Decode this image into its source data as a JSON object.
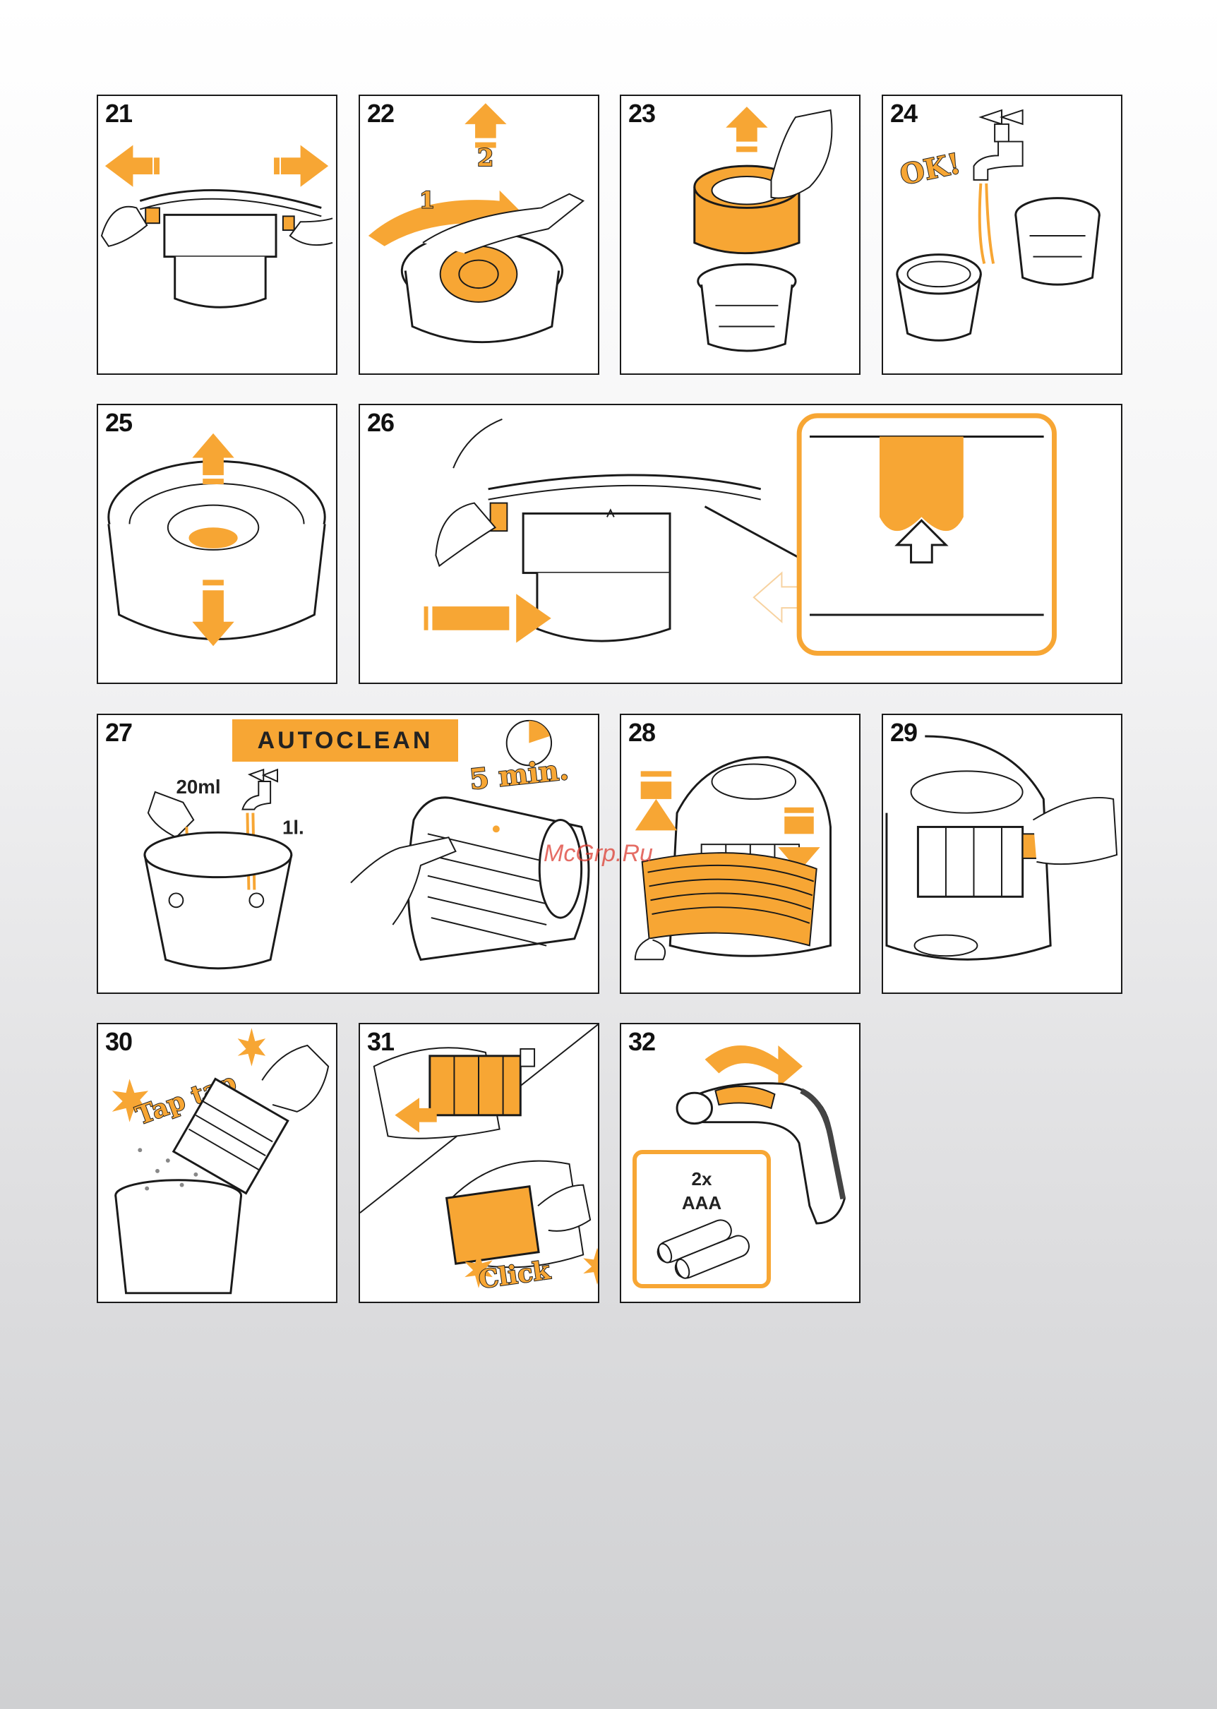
{
  "panels": {
    "p21": {
      "number": "21"
    },
    "p22": {
      "number": "22",
      "step1": "1",
      "step2": "2"
    },
    "p23": {
      "number": "23"
    },
    "p24": {
      "number": "24",
      "ok": "OK!"
    },
    "p25": {
      "number": "25"
    },
    "p26": {
      "number": "26"
    },
    "p27": {
      "number": "27",
      "autoclean": "AUTOCLEAN",
      "dose": "20ml",
      "water": "1l.",
      "time": "5 min."
    },
    "p28": {
      "number": "28"
    },
    "p29": {
      "number": "29"
    },
    "p30": {
      "number": "30",
      "sound": "Tap tap"
    },
    "p31": {
      "number": "31",
      "sound": "Click"
    },
    "p32": {
      "number": "32",
      "battery_count": "2x",
      "battery_type": "AAA"
    }
  },
  "watermark": "McGrp.Ru",
  "colors": {
    "accent": "#f7a634",
    "line": "#1a1a1a",
    "panel_bg": "#ffffff"
  },
  "icons": [
    "arrow-icon",
    "tap-icon",
    "bucket-icon",
    "battery-icon",
    "filter-icon",
    "hand-icon",
    "clock-icon"
  ]
}
